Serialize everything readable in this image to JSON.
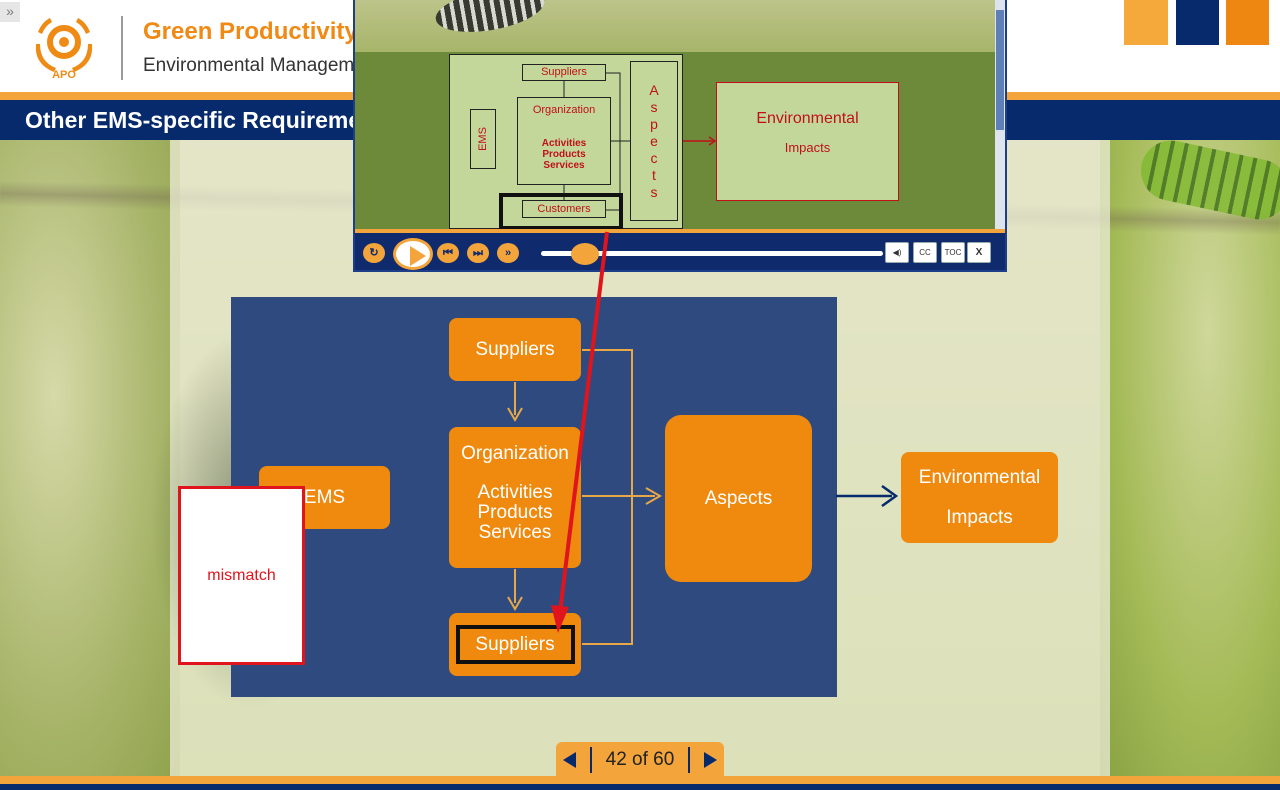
{
  "header": {
    "expand_label": "»",
    "logo_text": "APO",
    "title": "Green Productivity",
    "subtitle": "Environmental Management",
    "accent_colors": [
      "#f6a93b",
      "#062a6c",
      "#ee8712"
    ]
  },
  "title_bar": {
    "text": "Other EMS-specific Requirements"
  },
  "diagram": {
    "suppliers_top": "Suppliers",
    "organization": "Organization",
    "activities": [
      "Activities",
      "Products",
      "Services"
    ],
    "suppliers_bottom": "Suppliers",
    "aspects": "Aspects",
    "environmental": "Environmental",
    "impacts": "Impacts",
    "ems": "EMS"
  },
  "annotation": {
    "label": "mismatch",
    "color": "#e0141c"
  },
  "pager": {
    "text": "42 of 60",
    "prev_icon": "triangle-left-icon",
    "next_icon": "triangle-right-icon"
  },
  "reference_window": {
    "suppliers": "Suppliers",
    "organization": "Organization",
    "activities": [
      "Activities",
      "Products",
      "Services"
    ],
    "customers": "Customers",
    "ems": "EMS",
    "aspects_letters": [
      "A",
      "s",
      "p",
      "e",
      "c",
      "t",
      "s"
    ],
    "environmental": "Environmental",
    "impacts": "Impacts",
    "player": {
      "replay_icon": "replay-icon",
      "play_icon": "play-icon",
      "prev_icon": "skip-back-icon",
      "next_icon": "skip-forward-icon",
      "ff_icon": "fast-forward-icon",
      "cc_label": "CC",
      "toc_label": "TOC",
      "close_label": "X",
      "progress": 0.13
    }
  }
}
